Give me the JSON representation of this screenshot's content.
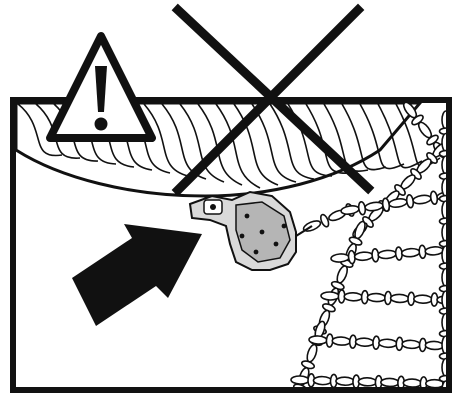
{
  "figure": {
    "kind": "warning-illustration",
    "elements": [
      {
        "role": "warning",
        "icon": "warning-triangle-icon"
      },
      {
        "role": "prohibition",
        "icon": "cross-out-icon"
      },
      {
        "role": "subject",
        "icon": "tire-tread-icon"
      },
      {
        "role": "subject",
        "icon": "chain-tensioner-icon"
      },
      {
        "role": "subject",
        "icon": "snow-chain-icon"
      },
      {
        "role": "pointer",
        "icon": "arrow-icon"
      }
    ]
  },
  "colors": {
    "ink": "#111111",
    "background": "#ffffff",
    "metal_fill": "#d9d9d9",
    "metal_shade": "#b5b5b5"
  }
}
